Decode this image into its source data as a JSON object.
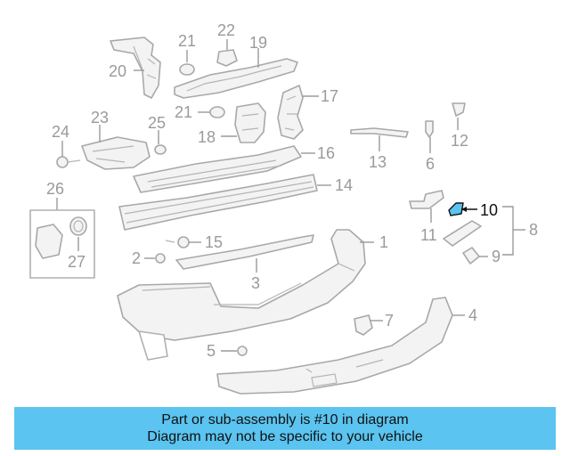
{
  "diagram": {
    "highlight_color": "#5bc4f0",
    "callouts": [
      {
        "id": "c1",
        "label": "1"
      },
      {
        "id": "c2",
        "label": "2"
      },
      {
        "id": "c3",
        "label": "3"
      },
      {
        "id": "c4",
        "label": "4"
      },
      {
        "id": "c5",
        "label": "5"
      },
      {
        "id": "c6",
        "label": "6"
      },
      {
        "id": "c7",
        "label": "7"
      },
      {
        "id": "c8",
        "label": "8"
      },
      {
        "id": "c9",
        "label": "9"
      },
      {
        "id": "c10",
        "label": "10",
        "highlighted": true
      },
      {
        "id": "c11",
        "label": "11"
      },
      {
        "id": "c12",
        "label": "12"
      },
      {
        "id": "c13",
        "label": "13"
      },
      {
        "id": "c14",
        "label": "14"
      },
      {
        "id": "c15",
        "label": "15"
      },
      {
        "id": "c16",
        "label": "16"
      },
      {
        "id": "c17",
        "label": "17"
      },
      {
        "id": "c18",
        "label": "18"
      },
      {
        "id": "c19",
        "label": "19"
      },
      {
        "id": "c20",
        "label": "20"
      },
      {
        "id": "c21a",
        "label": "21"
      },
      {
        "id": "c21b",
        "label": "21"
      },
      {
        "id": "c22",
        "label": "22"
      },
      {
        "id": "c23",
        "label": "23"
      },
      {
        "id": "c24",
        "label": "24"
      },
      {
        "id": "c25",
        "label": "25"
      },
      {
        "id": "c26",
        "label": "26"
      },
      {
        "id": "c27",
        "label": "27"
      }
    ]
  },
  "banner": {
    "line1": "Part or sub-assembly is #10 in diagram",
    "line2": "Diagram may not be specific to your vehicle",
    "background": "#5bc4f0"
  }
}
